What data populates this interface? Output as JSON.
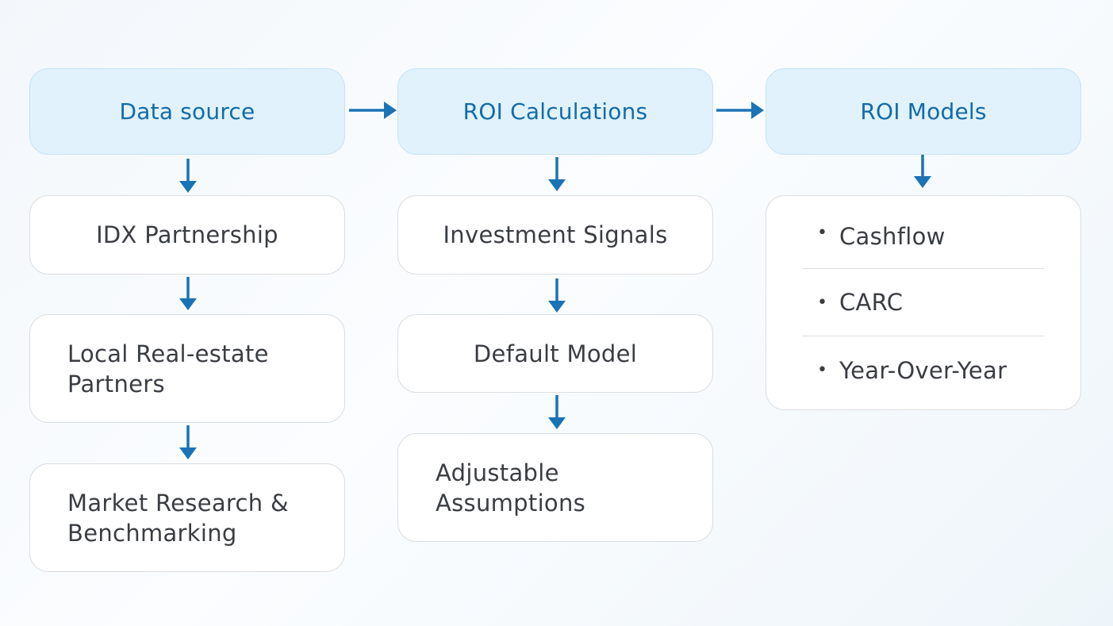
{
  "colors": {
    "accent": "#136ba9",
    "arrow": "#1a73b5",
    "header_fill": "#e1f2fc",
    "border": "#d9dde1",
    "text": "#3a3d42"
  },
  "columns": [
    {
      "header": "Data source",
      "items": [
        {
          "lines": [
            "IDX Partnership"
          ]
        },
        {
          "lines": [
            "Local Real-estate",
            "Partners"
          ]
        },
        {
          "lines": [
            "Market Research &",
            "Benchmarking"
          ]
        }
      ]
    },
    {
      "header": "ROI Calculations",
      "items": [
        {
          "lines": [
            "Investment Signals"
          ]
        },
        {
          "lines": [
            "Default Model"
          ]
        },
        {
          "lines": [
            "Adjustable",
            "Assumptions"
          ]
        }
      ]
    },
    {
      "header": "ROI Models",
      "list": [
        "Cashflow",
        "CARC",
        "Year-Over-Year"
      ]
    }
  ],
  "bullet_glyph": "•"
}
